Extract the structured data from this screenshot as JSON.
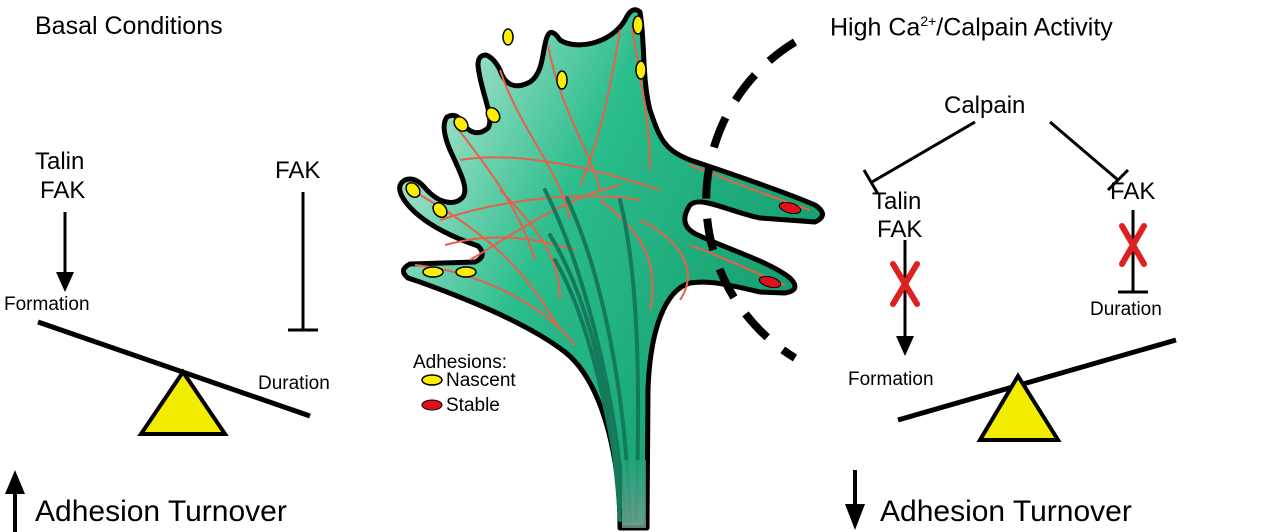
{
  "left": {
    "title": "Basal Conditions",
    "talin": "Talin",
    "fak1": "FAK",
    "fak2": "FAK",
    "formation": "Formation",
    "duration": "Duration",
    "turnover": "Adhesion Turnover"
  },
  "right": {
    "title_pre": "High Ca",
    "title_sup": "2+",
    "title_post": "/Calpain Activity",
    "calpain": "Calpain",
    "talin": "Talin",
    "fak1": "FAK",
    "fak2": "FAK",
    "formation": "Formation",
    "duration": "Duration",
    "turnover": "Adhesion Turnover"
  },
  "legend": {
    "title": "Adhesions:",
    "nascent": "Nascent",
    "stable": "Stable"
  },
  "colors": {
    "nascent": "#ffee00",
    "stable": "#e0101a",
    "cell": "#25b58a",
    "actin": "#e8604a",
    "fulcrum": "#f2ec00",
    "block": "#e02020"
  }
}
